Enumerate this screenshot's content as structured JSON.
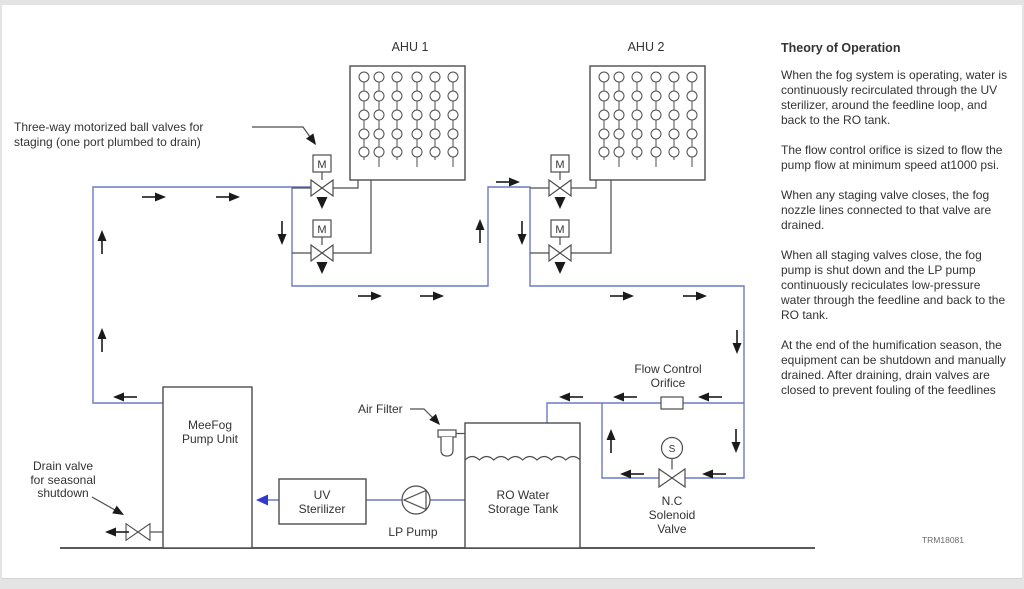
{
  "frame": {
    "border_color": "#e4e4e4",
    "background": "#ffffff"
  },
  "colors": {
    "diagram_line": "#4d4d4d",
    "feedline_blue": "#6b79c7",
    "feedline_arrow_blue": "#2d3bd1",
    "flow_arrow_black": "#1a1a1a",
    "text": "#333333"
  },
  "diagram": {
    "ahu1_title": "AHU 1",
    "ahu2_title": "AHU 2",
    "motor_label": "M",
    "solenoid_letter": "S",
    "staging_note_line1": "Three-way motorized ball valves for",
    "staging_note_line2": "staging (one port plumbed to drain)",
    "orifice_label_line1": "Flow Control",
    "orifice_label_line2": "Orifice",
    "solenoid_label_line1": "N.C",
    "solenoid_label_line2": "Solenoid",
    "solenoid_label_line3": "Valve",
    "meefog_label_line1": "MeeFog",
    "meefog_label_line2": "Pump Unit",
    "uv_label_line1": "UV",
    "uv_label_line2": "Sterilizer",
    "lp_pump_label": "LP Pump",
    "tank_label_line1": "RO Water",
    "tank_label_line2": "Storage Tank",
    "air_filter_label": "Air Filter",
    "drain_note_line1": "Drain valve",
    "drain_note_line2": "for seasonal",
    "drain_note_line3": "shutdown",
    "doc_number": "TRM18081"
  },
  "theory": {
    "title": "Theory of Operation",
    "paragraphs": [
      "When the fog system is operating, water is continuously recirculated through the UV sterilizer, around the feedline loop, and back to the RO tank.",
      "The flow control orifice is sized to flow the pump flow at minimum speed at1000 psi.",
      "When any staging valve closes, the fog nozzle lines connected to that valve are drained.",
      "When all staging valves close, the fog pump is shut down and the LP pump continuously reciculates low-pressure water through the feedline and back to the RO tank.",
      "At the end of the humification season, the equipment can be shutdown and manually drained. After draining, drain valves are closed to prevent fouling of the feedlines"
    ]
  }
}
